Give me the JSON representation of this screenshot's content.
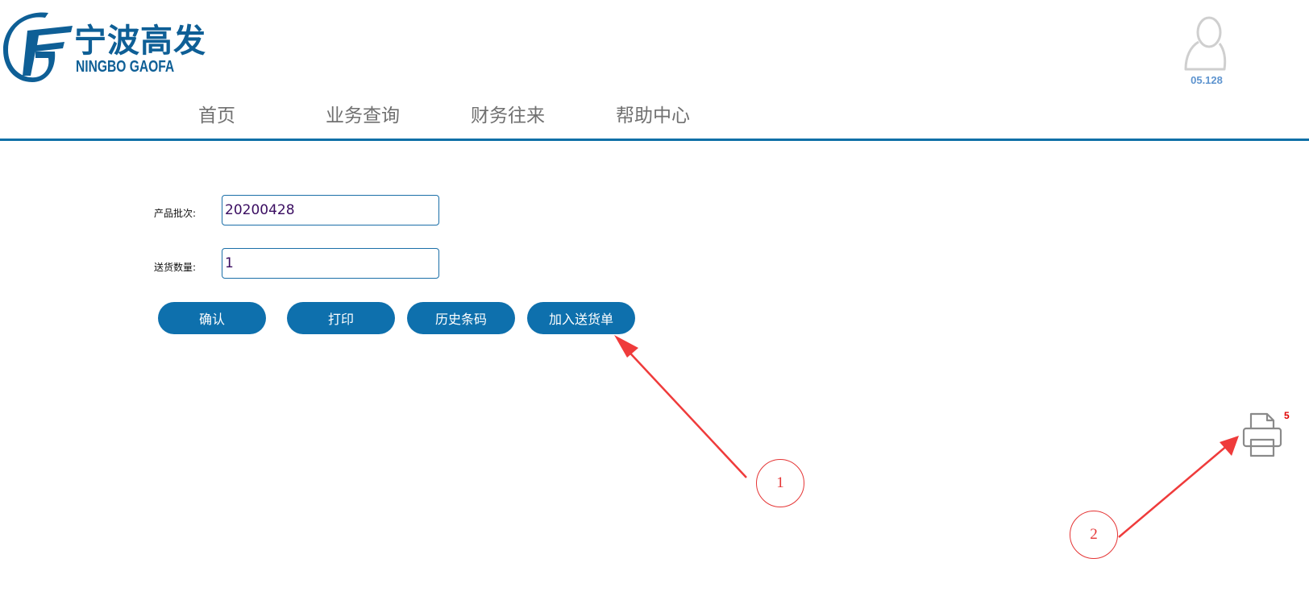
{
  "logo": {
    "cn": "宁波高发",
    "en": "NINGBO GAOFA"
  },
  "user": {
    "name": "05.128",
    "avatar_icon": "user-avatar-icon"
  },
  "nav": {
    "items": [
      {
        "label": "首页"
      },
      {
        "label": "业务查询"
      },
      {
        "label": "财务往来"
      },
      {
        "label": "帮助中心"
      }
    ]
  },
  "form": {
    "batch_label": "产品批次:",
    "batch_value": "20200428",
    "quantity_label": "送货数量:",
    "quantity_value": "1"
  },
  "buttons": {
    "confirm": "确认",
    "print": "打印",
    "history": "历史条码",
    "add_to_delivery": "加入送货单"
  },
  "printer": {
    "icon": "printer-icon",
    "count": "5"
  },
  "annotations": {
    "one": "1",
    "two": "2"
  },
  "colors": {
    "brand": "#0e5f96",
    "button": "#0e70ad",
    "nav_text": "#707070",
    "annotation": "#e53535",
    "badge": "#e00000"
  }
}
